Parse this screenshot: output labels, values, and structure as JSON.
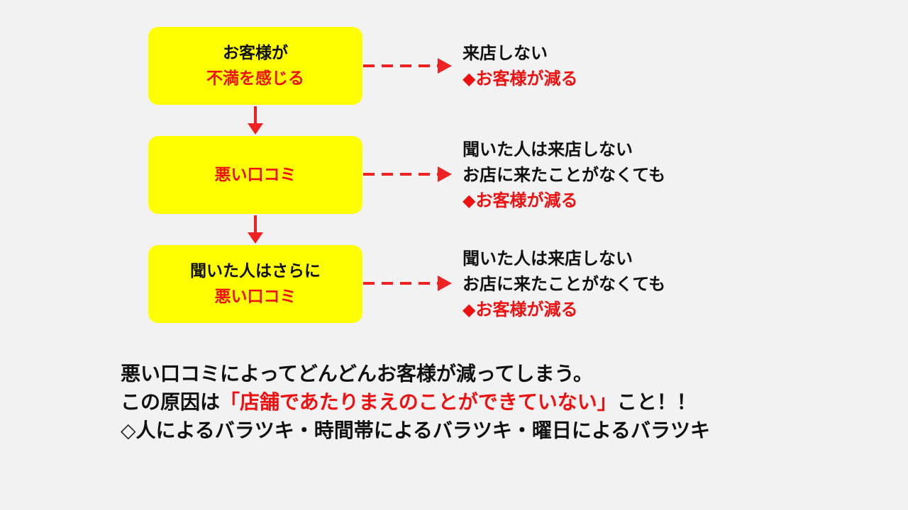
{
  "colors": {
    "background": "#f2f2f2",
    "box_fill": "#ffff00",
    "accent_red": "#ee1111",
    "text": "#111111"
  },
  "steps": [
    {
      "line1": "お客様が",
      "line2": "不満を感じる"
    },
    {
      "line1": "",
      "line2": "悪い口コミ"
    },
    {
      "line1": "聞いた人はさらに",
      "line2": "悪い口コミ"
    }
  ],
  "outcomes": [
    {
      "lines": [
        "来店しない"
      ],
      "result": "◆お客様が減る"
    },
    {
      "lines": [
        "聞いた人は来店しない",
        "お店に来たことがなくても"
      ],
      "result": "◆お客様が減る"
    },
    {
      "lines": [
        "聞いた人は来店しない",
        "お店に来たことがなくても"
      ],
      "result": "◆お客様が減る"
    }
  ],
  "summary": {
    "line1": "悪い口コミによってどんどんお客様が減ってしまう。",
    "line2_prefix": "この原因は",
    "line2_highlight": "「店舗であたりまえのことができていない」",
    "line2_suffix": "こと！！",
    "line3": "◇人によるバラツキ・時間帯によるバラツキ・曜日によるバラツキ"
  }
}
